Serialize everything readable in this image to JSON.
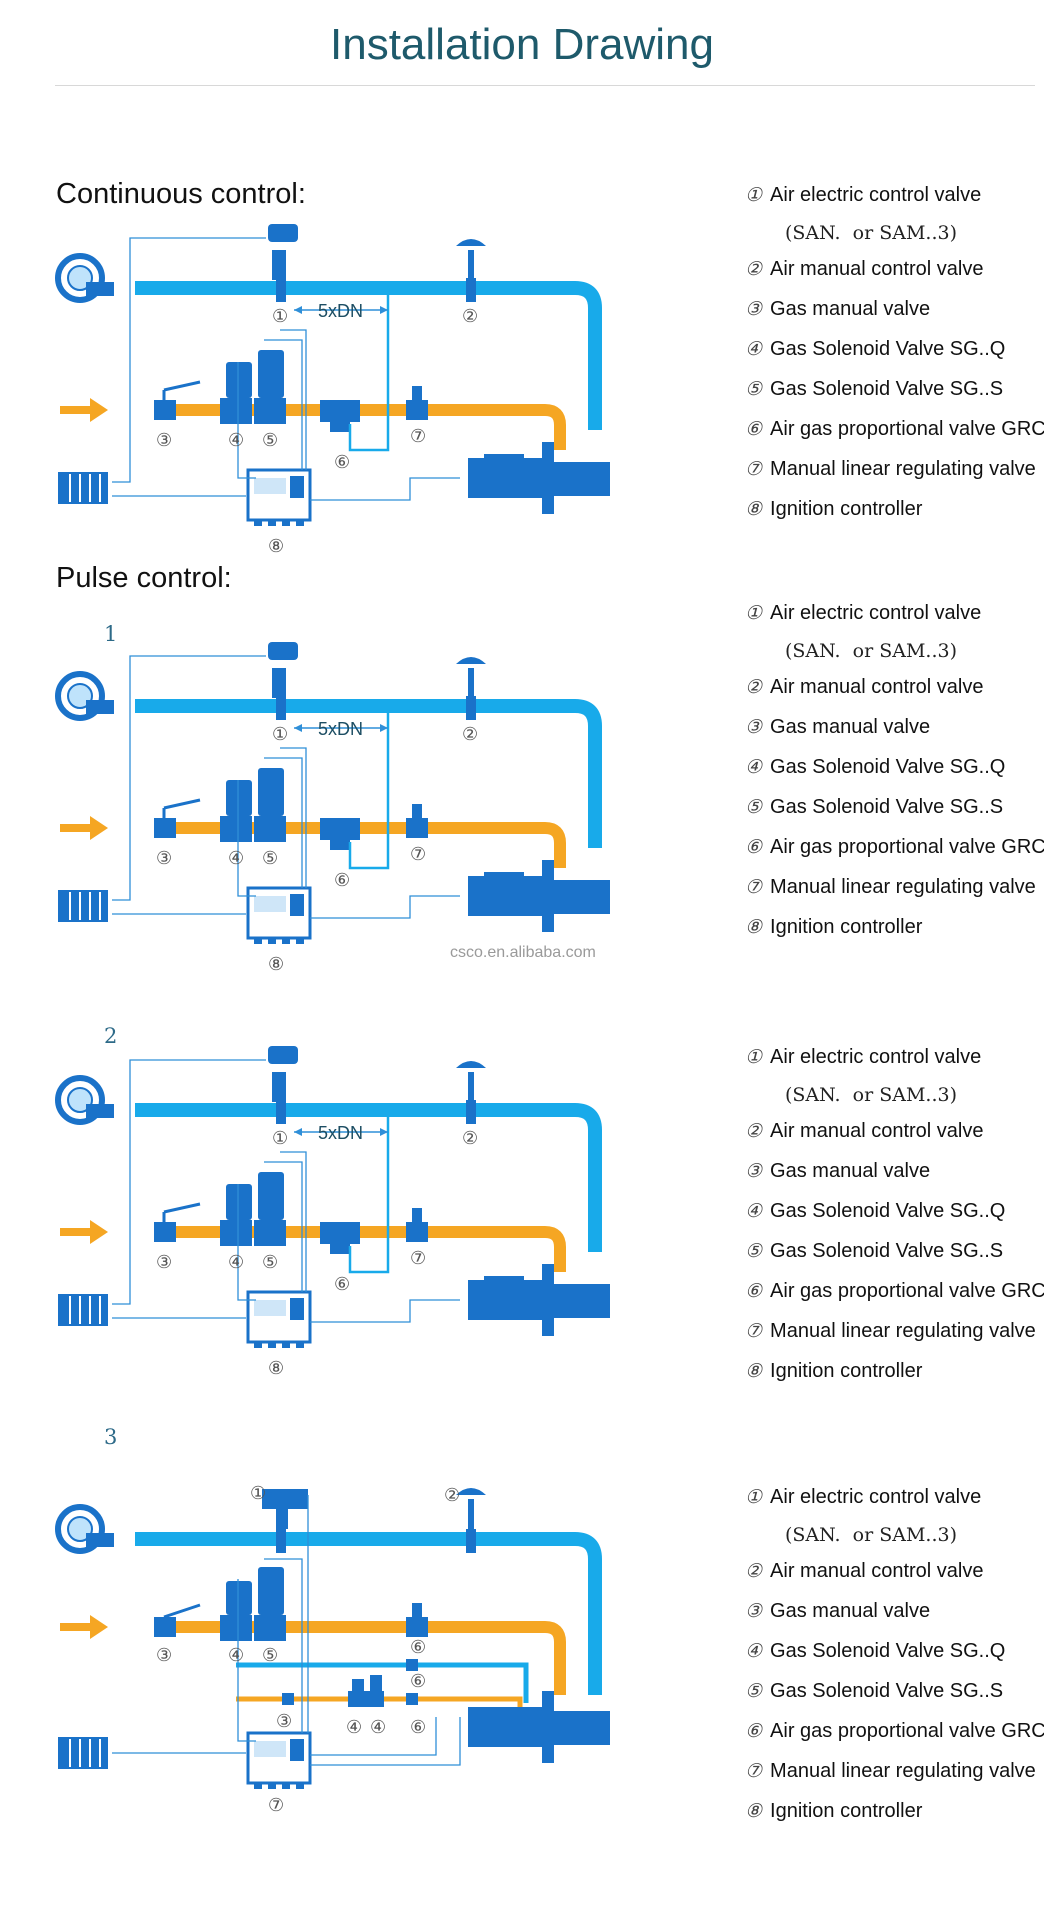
{
  "header": {
    "title": "Installation Drawing"
  },
  "sections": [
    {
      "heading": "Continuous control:",
      "number": "",
      "layout": "standard",
      "dn_label": "5xDN",
      "labels": {
        "n1": "①",
        "n2": "②",
        "n3": "③",
        "n4": "④",
        "n5": "⑤",
        "n6": "⑥",
        "n7": "⑦",
        "n8": "⑧"
      }
    },
    {
      "heading": "Pulse control:",
      "number": "1",
      "layout": "standard",
      "dn_label": "5xDN",
      "labels": {
        "n1": "①",
        "n2": "②",
        "n3": "③",
        "n4": "④",
        "n5": "⑤",
        "n6": "⑥",
        "n7": "⑦",
        "n8": "⑧"
      }
    },
    {
      "heading": "",
      "number": "2",
      "layout": "standard",
      "dn_label": "5xDN",
      "labels": {
        "n1": "①",
        "n2": "②",
        "n3": "③",
        "n4": "④",
        "n5": "⑤",
        "n6": "⑥",
        "n7": "⑦",
        "n8": "⑧"
      }
    },
    {
      "heading": "",
      "number": "3",
      "layout": "dual",
      "dn_label": "",
      "labels": {
        "n1": "①",
        "n2": "②",
        "n3": "③",
        "n4a": "④",
        "n5": "⑤",
        "n6a": "⑥",
        "n6b": "⑥",
        "n3b": "③",
        "n4b": "④",
        "n4c": "④",
        "n6c": "⑥",
        "n7": "⑦"
      }
    }
  ],
  "legend": {
    "items": [
      {
        "num": "①",
        "text": "Air electric control valve"
      },
      {
        "sub": "(SAN.  or SAM..3)"
      },
      {
        "num": "②",
        "text": "Air manual control valve"
      },
      {
        "num": "③",
        "text": "Gas manual valve"
      },
      {
        "num": "④",
        "text": "Gas Solenoid Valve SG..Q"
      },
      {
        "num": "⑤",
        "text": "Gas Solenoid Valve SG..S"
      },
      {
        "num": "⑥",
        "text": "Air gas proportional valve GRC"
      },
      {
        "num": "⑦",
        "text": "Manual linear regulating valve"
      },
      {
        "num": "⑧",
        "text": "Ignition controller"
      }
    ]
  },
  "watermark": "csco.en.alibaba.com",
  "colors": {
    "air_pipe": "#18aaea",
    "gas_pipe": "#f5a623",
    "equipment": "#1a72c9",
    "line": "#2f8fd8",
    "title": "#1e5a6b"
  },
  "icons": [
    "blower-icon",
    "gas-arrow-icon",
    "fan-filter-icon",
    "burner-icon",
    "controller-icon",
    "valve-icon"
  ]
}
